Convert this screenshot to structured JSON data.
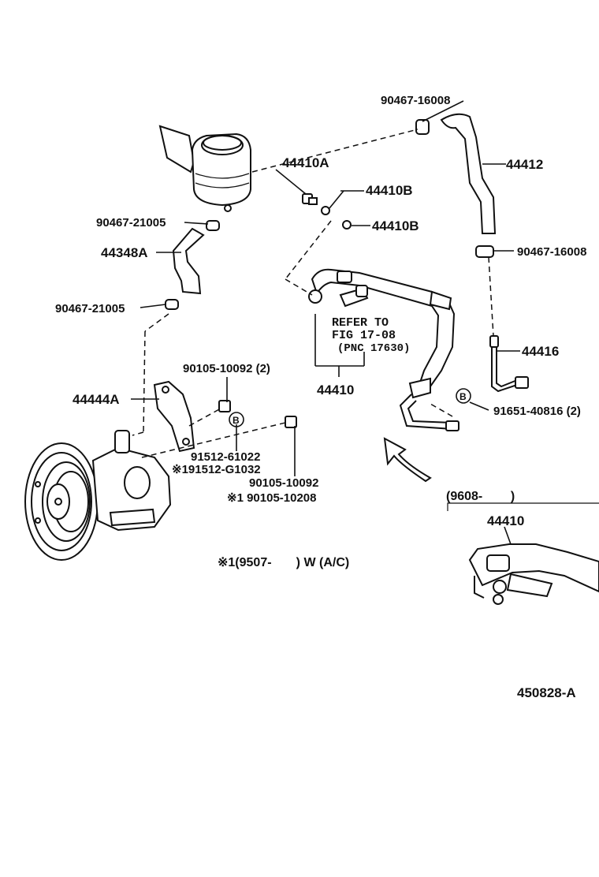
{
  "diagram": {
    "labels": {
      "p_90467_16008_top": "90467-16008",
      "p_44412": "44412",
      "p_44410A": "44410A",
      "p_44410B_1": "44410B",
      "p_44410B_2": "44410B",
      "p_90467_21005_top": "90467-21005",
      "p_44348A": "44348A",
      "p_90467_21005_bot": "90467-21005",
      "p_90467_16008_right": "90467-16008",
      "refer_1": "REFER TO",
      "refer_2": "FIG 17-08",
      "refer_3": "(PNC 17630)",
      "p_44416": "44416",
      "p_44410": "44410",
      "p_90105_10092_2": "90105-10092 (2)",
      "p_44444A": "44444A",
      "p_91651_40816": "91651-40816 (2)",
      "p_91512_61022": "91512-61022",
      "p_91512_G1032": "※191512-G1032",
      "p_90105_10092": "90105-10092",
      "p_90105_10208": "※1 90105-10208",
      "range_9608": "(9608-        )",
      "p_44410_inset": "44410",
      "footnote": "※1(9507-       ) W (A/C)",
      "diagram_code": "450828-A",
      "callout_b1": "B",
      "callout_b2": "B"
    }
  }
}
